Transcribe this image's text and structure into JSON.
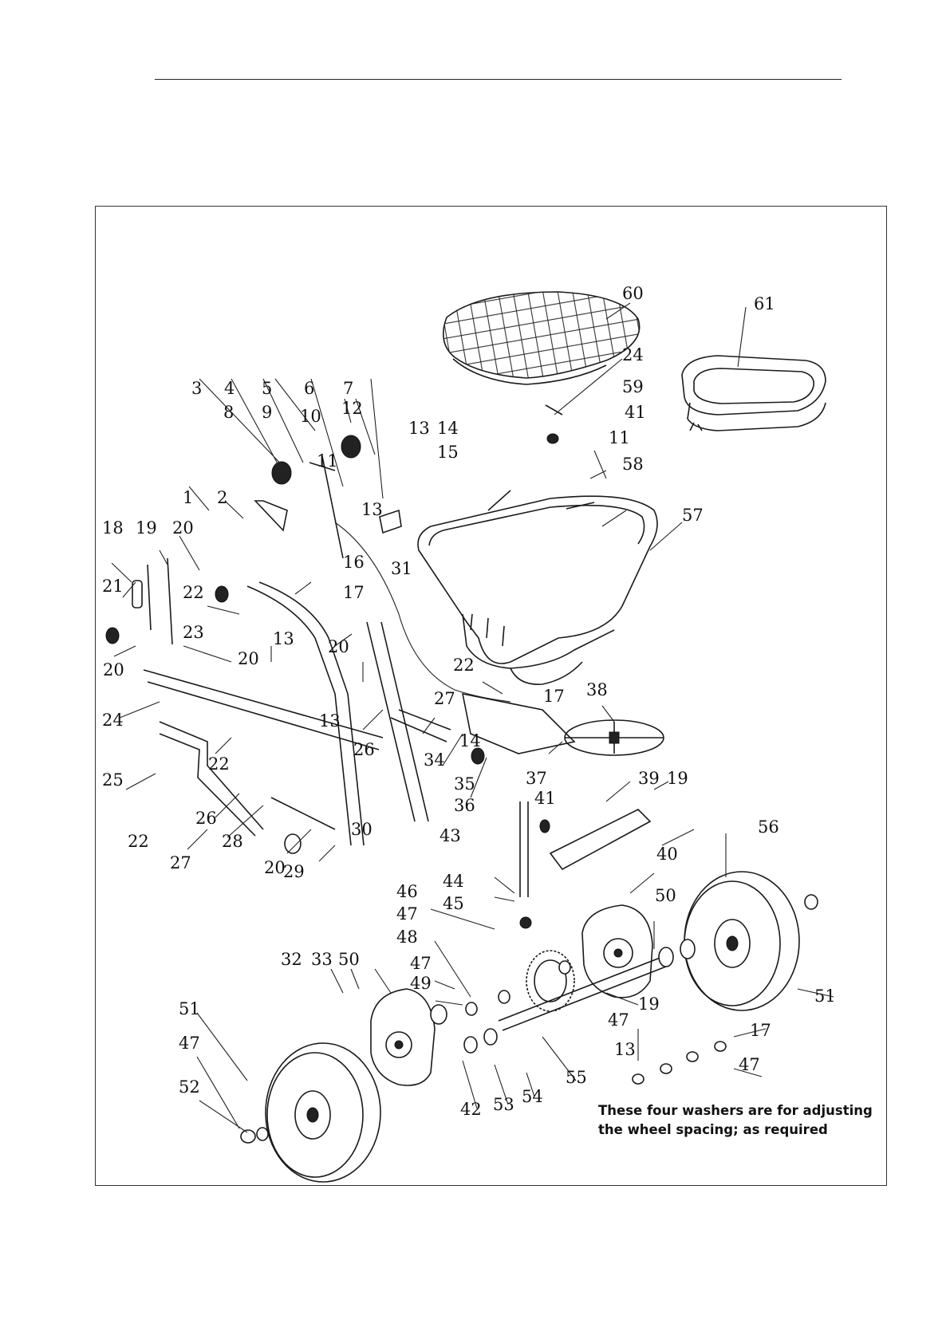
{
  "note": {
    "line1": "These four washers are for adjusting",
    "line2": "the wheel spacing; as required"
  },
  "callouts": {
    "c1": "1",
    "c2": "2",
    "c3": "3",
    "c4": "4",
    "c5": "5",
    "c6": "6",
    "c7": "7",
    "c8": "8",
    "c9": "9",
    "c10": "10",
    "c11": "11",
    "c11b": "11",
    "c12": "12",
    "c13a": "13",
    "c13b": "13",
    "c13c": "13",
    "c13d": "13",
    "c13e": "13",
    "c14a": "14",
    "c14b": "14",
    "c15": "15",
    "c16": "16",
    "c17a": "17",
    "c17b": "17",
    "c17c": "17",
    "c18": "18",
    "c19a": "19",
    "c19b": "19",
    "c19c": "19",
    "c20a": "20",
    "c20b": "20",
    "c20c": "20",
    "c20d": "20",
    "c20e": "20",
    "c21": "21",
    "c22a": "22",
    "c22b": "22",
    "c22c": "22",
    "c22d": "22",
    "c23": "23",
    "c24a": "24",
    "c24b": "24",
    "c25": "25",
    "c26a": "26",
    "c26b": "26",
    "c27a": "27",
    "c27b": "27",
    "c28": "28",
    "c29": "29",
    "c30": "30",
    "c31": "31",
    "c32": "32",
    "c33": "33",
    "c34": "34",
    "c35": "35",
    "c36": "36",
    "c37": "37",
    "c38": "38",
    "c39": "39",
    "c40": "40",
    "c41a": "41",
    "c41b": "41",
    "c42": "42",
    "c43": "43",
    "c44": "44",
    "c45": "45",
    "c46": "46",
    "c47a": "47",
    "c47b": "47",
    "c47c": "47",
    "c47d": "47",
    "c47e": "47",
    "c48": "48",
    "c49": "49",
    "c50a": "50",
    "c50b": "50",
    "c51a": "51",
    "c51b": "51",
    "c52": "52",
    "c53": "53",
    "c54": "54",
    "c55": "55",
    "c56": "56",
    "c57": "57",
    "c58": "58",
    "c59": "59",
    "c60": "60",
    "c61": "61"
  }
}
